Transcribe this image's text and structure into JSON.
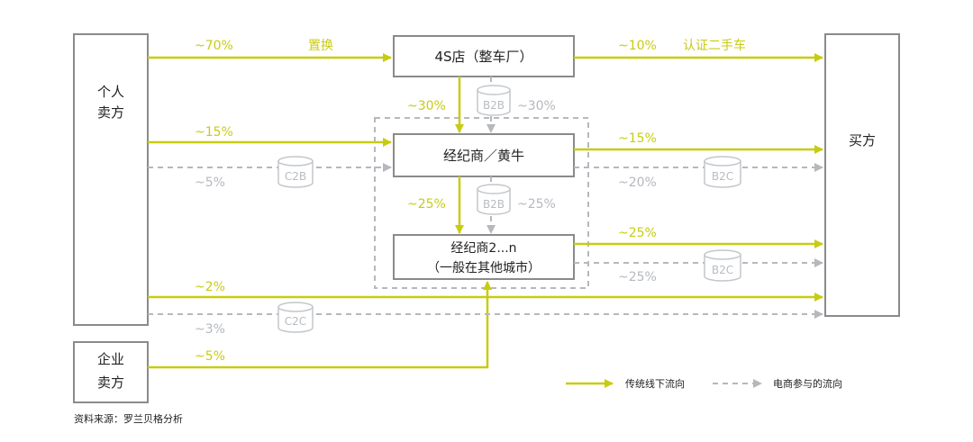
{
  "nodes": {
    "individual_seller": [
      "个人",
      "卖方"
    ],
    "enterprise_seller": [
      "企业",
      "卖方"
    ],
    "buyer": "买方",
    "dealer_4s": "4S店（整车厂）",
    "broker": "经纪商／黄牛",
    "broker_n": [
      "经纪商2...n",
      "（一般在其他城市）"
    ]
  },
  "flow_labels": {
    "ind_to_4s_pct": "~70%",
    "ind_to_4s_note": "置换",
    "s4_to_buyer_pct": "~10%",
    "s4_to_buyer_note": "认证二手车",
    "s4_to_broker_solid": "~30%",
    "s4_to_broker_dashed": "~30%",
    "ind_to_broker_solid": "~15%",
    "ind_to_broker_dashed": "~5%",
    "broker_to_buyer_solid": "~15%",
    "broker_to_buyer_dashed": "~20%",
    "broker_to_brokern_solid": "~25%",
    "broker_to_brokern_dashed": "~25%",
    "brokern_to_buyer_solid": "~25%",
    "brokern_to_buyer_dashed": "~25%",
    "ind_to_buyer_solid": "~2%",
    "ind_to_buyer_dashed": "~3%",
    "ent_to_brokern_solid": "~5%"
  },
  "cylinders": {
    "b2b_top": "B2B",
    "b2b_mid": "B2B",
    "c2b": "C2B",
    "b2c_top": "B2C",
    "b2c_bottom": "B2C",
    "c2c": "C2C"
  },
  "legend": {
    "traditional": "传统线下流向",
    "ecommerce": "电商参与的流向"
  },
  "source": "资料来源：罗兰贝格分析",
  "colors": {
    "yellow": "#c8cc10",
    "gray_dash": "#b5b8bd",
    "box_border": "#8a8a8a"
  }
}
